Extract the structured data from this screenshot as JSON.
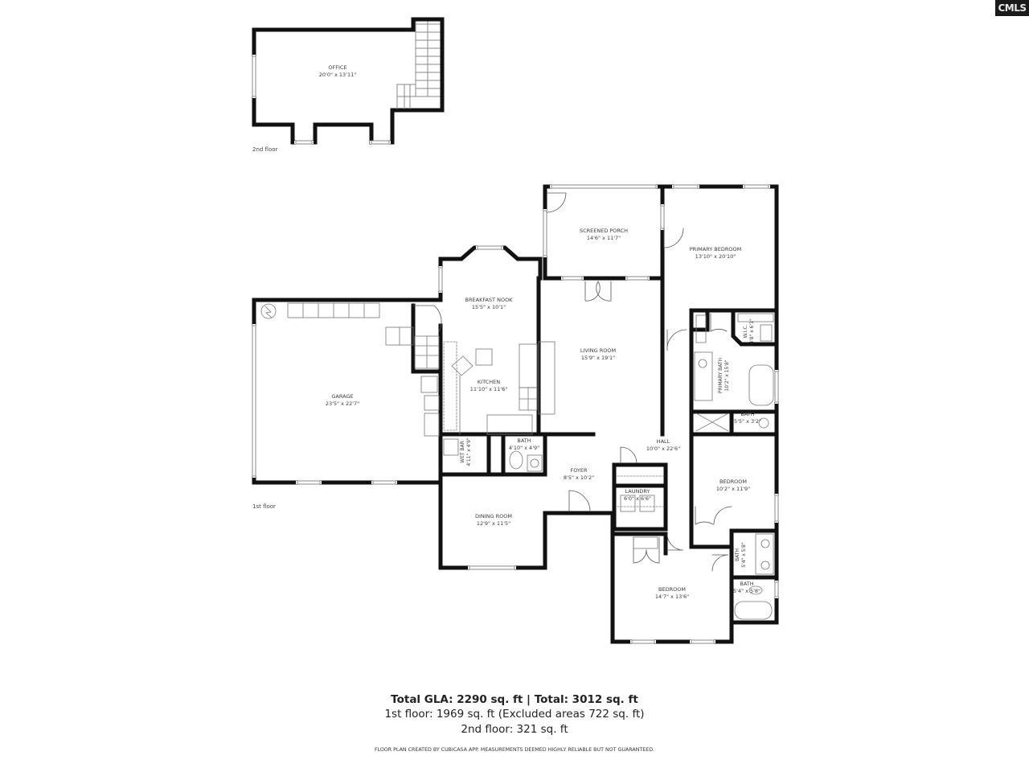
{
  "logo": {
    "text": "CMLS"
  },
  "floors": {
    "second": {
      "label": "2nd floor",
      "rooms": [
        {
          "name": "OFFICE",
          "dims": "20'0\" x 13'11\""
        }
      ]
    },
    "first": {
      "label": "1st floor",
      "rooms": [
        {
          "name": "SCREENED PORCH",
          "dims": "14'6\" x 11'7\""
        },
        {
          "name": "PRIMARY BEDROOM",
          "dims": "13'10\" x 20'10\""
        },
        {
          "name": "BREAKFAST NOOK",
          "dims": "15'5\" x 10'1\""
        },
        {
          "name": "LIVING ROOM",
          "dims": "15'9\" x 19'1\""
        },
        {
          "name": "W.I.C.",
          "dims": "4'8\" x 6'1\""
        },
        {
          "name": "PRIMARY BATH",
          "dims": "10'2\" x 15'8\""
        },
        {
          "name": "GARAGE",
          "dims": "23'5\" x 22'7\""
        },
        {
          "name": "KITCHEN",
          "dims": "11'10\" x 11'6\""
        },
        {
          "name": "BATH",
          "dims": "5'5\" x 3'2\""
        },
        {
          "name": "WET BAR",
          "dims": "4'11\" x 4'9\""
        },
        {
          "name": "BATH",
          "dims": "4'10\" x 4'9\""
        },
        {
          "name": "HALL",
          "dims": "10'0\" x 22'6\""
        },
        {
          "name": "FOYER",
          "dims": "8'5\" x 10'2\""
        },
        {
          "name": "BEDROOM",
          "dims": "10'2\" x 11'9\""
        },
        {
          "name": "LAUNDRY",
          "dims": "6'0\" x 6'6\""
        },
        {
          "name": "DINING ROOM",
          "dims": "12'9\" x 11'5\""
        },
        {
          "name": "BATH",
          "dims": "5'4\" x 5'8\""
        },
        {
          "name": "BEDROOM",
          "dims": "14'7\" x 13'6\""
        },
        {
          "name": "BATH",
          "dims": "5'4\" x 5'8\""
        }
      ]
    }
  },
  "summary": {
    "total_line": "Total GLA: 2290 sq. ft | Total: 3012 sq. ft",
    "first_floor_line": "1st floor: 1969 sq. ft (Excluded areas 722 sq. ft)",
    "second_floor_line": "2nd floor: 321 sq. ft"
  },
  "disclaimer": "FLOOR PLAN CREATED BY CUBICASA APP. MEASUREMENTS DEEMED HIGHLY RELIABLE BUT NOT GUARANTEED.",
  "colors": {
    "wall": "#111111",
    "fixture": "#777777",
    "text": "#3a3a3a",
    "background": "#ffffff"
  }
}
